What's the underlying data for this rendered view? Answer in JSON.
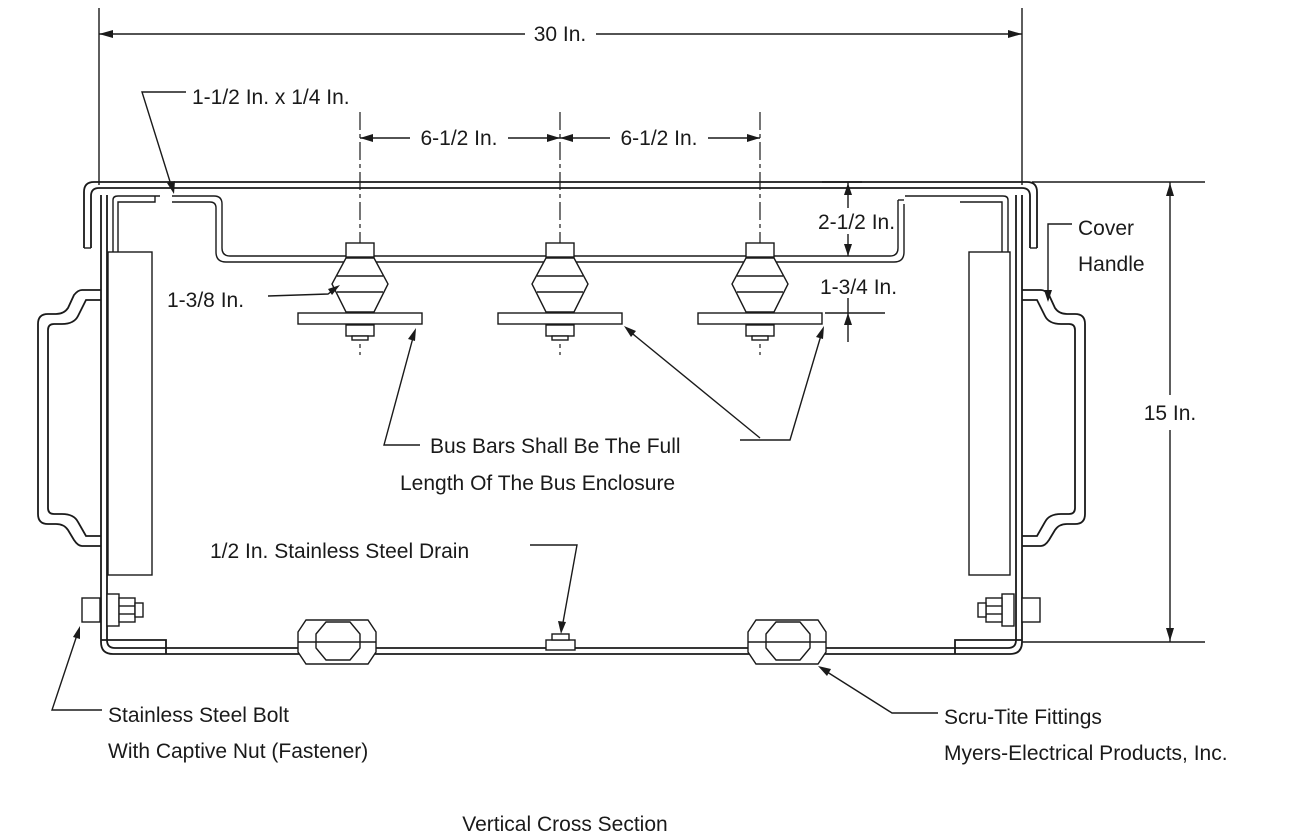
{
  "labels": {
    "width": "30 In.",
    "lip": "1-1/2 In. x 1/4 In.",
    "spacing_left": "6-1/2 In.",
    "spacing_right": "6-1/2 In.",
    "depth_top": "2-1/2 In.",
    "insulator": "1-3/8 In.",
    "bar_drop": "1-3/4 In.",
    "cover_handle_1": "Cover",
    "cover_handle_2": "Handle",
    "height": "15 In.",
    "bus_bars_1": "Bus Bars Shall Be The Full",
    "bus_bars_2": "Length Of The Bus Enclosure",
    "drain": "1/2 In. Stainless Steel Drain",
    "bolt_1": "Stainless Steel Bolt",
    "bolt_2": "With Captive Nut (Fastener)",
    "fittings_1": "Scru-Tite Fittings",
    "fittings_2": "Myers-Electrical Products, Inc.",
    "caption": "Vertical Cross Section"
  }
}
